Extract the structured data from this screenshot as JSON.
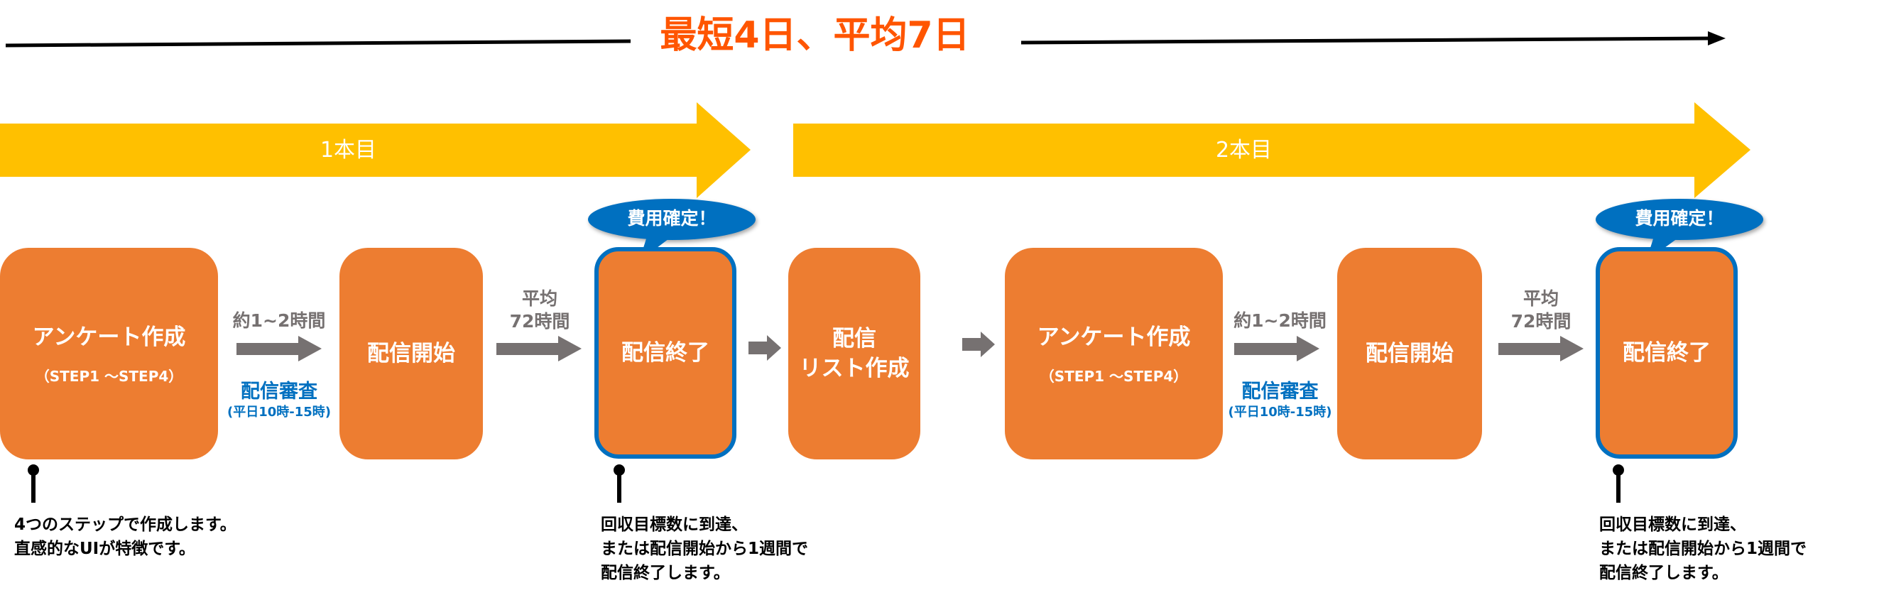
{
  "header": {
    "title": "最短4日、平均7日"
  },
  "phases": [
    {
      "label": "1本目"
    },
    {
      "label": "2本目"
    }
  ],
  "steps": [
    {
      "title": "アンケート作成",
      "sub": "（STEP1 ～STEP4）"
    },
    {
      "title": "配信開始"
    },
    {
      "title": "配信終了",
      "highlight": true
    },
    {
      "title": "配信\nリスト作成"
    },
    {
      "title": "アンケート作成",
      "sub": "（STEP1 ～STEP4）"
    },
    {
      "title": "配信開始"
    },
    {
      "title": "配信終了",
      "highlight": true
    }
  ],
  "transitions": [
    {
      "duration": "約1~2時間",
      "review": "配信審査",
      "review_hours": "(平日10時-15時)"
    },
    {
      "duration": "平均\n72時間"
    },
    {
      "duration": ""
    },
    {
      "duration": ""
    },
    {
      "duration": "約1~2時間",
      "review": "配信審査",
      "review_hours": "(平日10時-15時)"
    },
    {
      "duration": "平均\n72時間"
    }
  ],
  "callouts": [
    {
      "text": "費用確定！"
    },
    {
      "text": "費用確定！"
    }
  ],
  "notes": [
    {
      "text": "4つのステップで作成します。\n直感的なUIが特徴です。"
    },
    {
      "text": "回収目標数に到達、\nまたは配信開始から1週間で\n配信終了します。"
    },
    {
      "text": "回収目標数に到達、\nまたは配信開始から1週間で\n配信終了します。"
    }
  ],
  "colors": {
    "title": "#FF5500",
    "phase_arrow": "#FFC000",
    "step_box": "#ED7D31",
    "highlight_border": "#0070C0",
    "callout": "#0070C0",
    "connector_arrow": "#767171",
    "duration_text": "#767171",
    "review_text": "#0070C0"
  }
}
